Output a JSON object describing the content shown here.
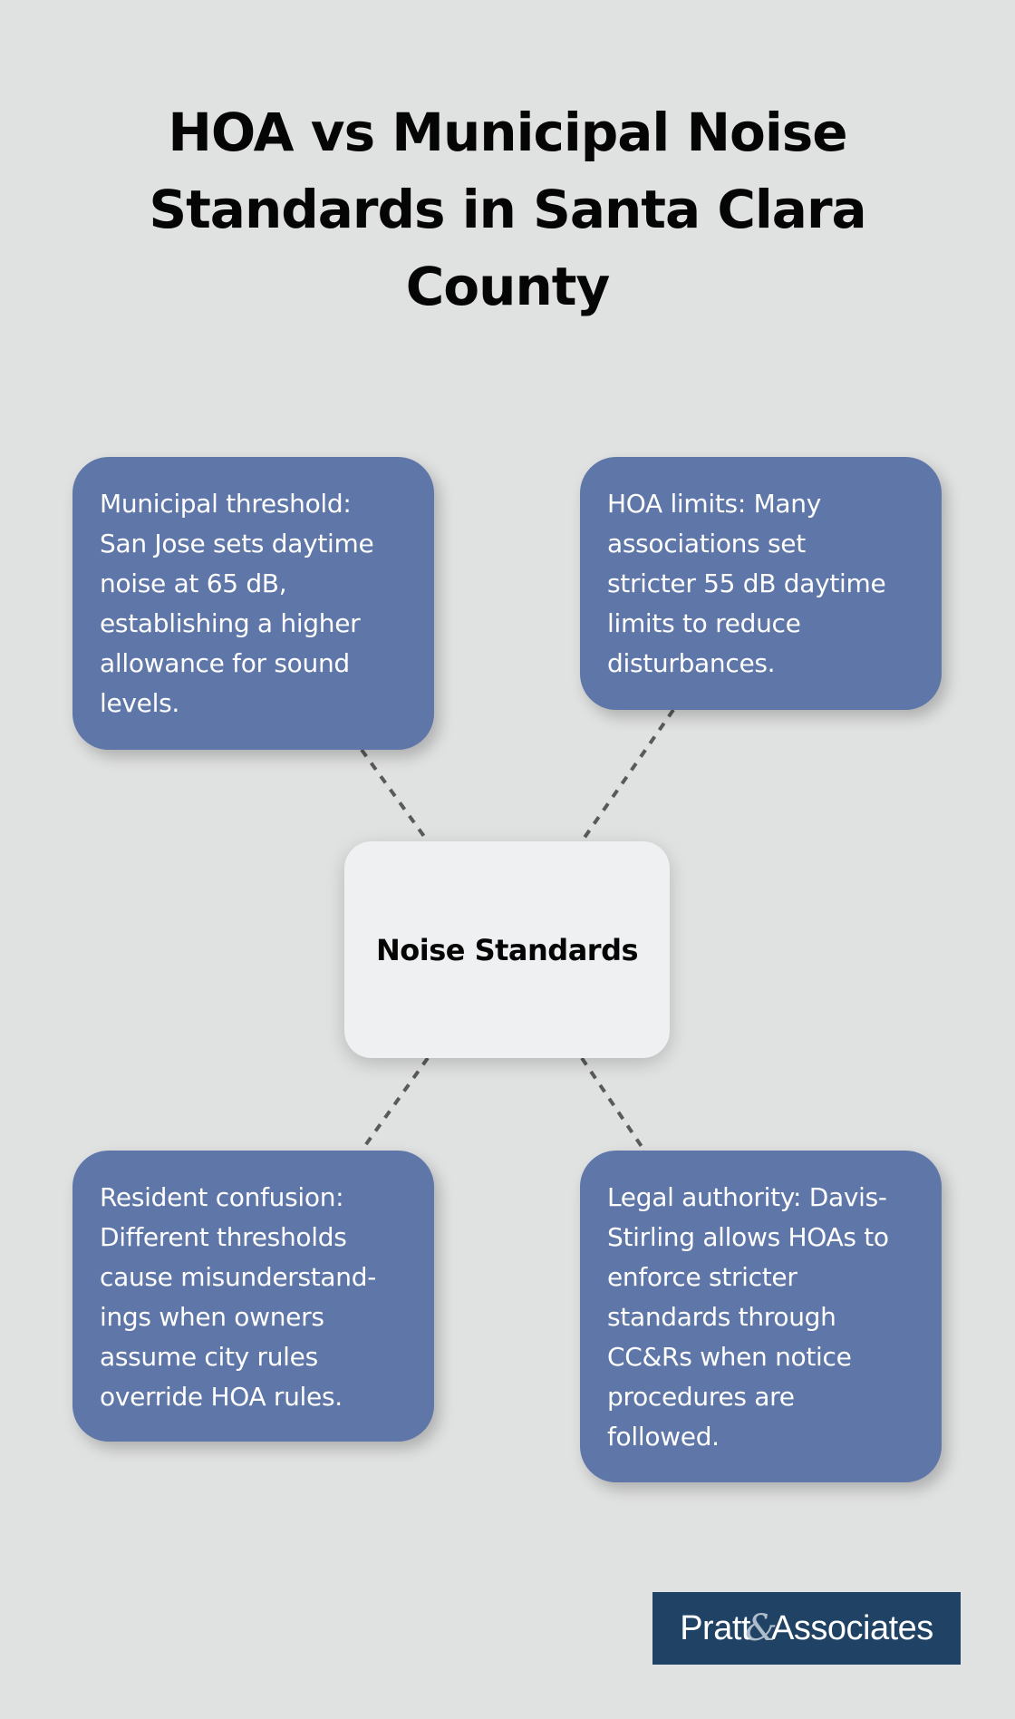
{
  "title": {
    "lines": [
      "HOA vs Municipal Noise",
      "Standards in Santa Clara",
      "County"
    ]
  },
  "center_node": {
    "label": "Noise Standards"
  },
  "nodes": [
    {
      "position": "top-left",
      "lines": [
        "Municipal threshold:",
        "San Jose sets daytime",
        "noise at 65 dB,",
        "establishing a higher",
        "allowance for sound",
        "levels."
      ]
    },
    {
      "position": "top-right",
      "lines": [
        "HOA limits: Many",
        "associations set",
        "stricter 55 dB daytime",
        "limits to reduce",
        "disturbances."
      ]
    },
    {
      "position": "bottom-left",
      "lines": [
        "Resident confusion:",
        "Different thresholds",
        "cause misunderstand-",
        "ings when owners",
        "assume city rules",
        "override HOA rules."
      ]
    },
    {
      "position": "bottom-right",
      "lines": [
        "Legal authority: Davis-",
        "Stirling allows HOAs to",
        "enforce stricter",
        "standards through",
        "CC&Rs when notice",
        "procedures are",
        "followed."
      ]
    }
  ],
  "logo": {
    "left": "Pratt",
    "amp": "&",
    "right": "Associates"
  },
  "colors": {
    "background": "#e0e1e1",
    "node_fill": "#5e76a8",
    "center_fill": "#eff0f2",
    "connector": "#5a5a5a",
    "logo_bg": "#1f4265"
  }
}
